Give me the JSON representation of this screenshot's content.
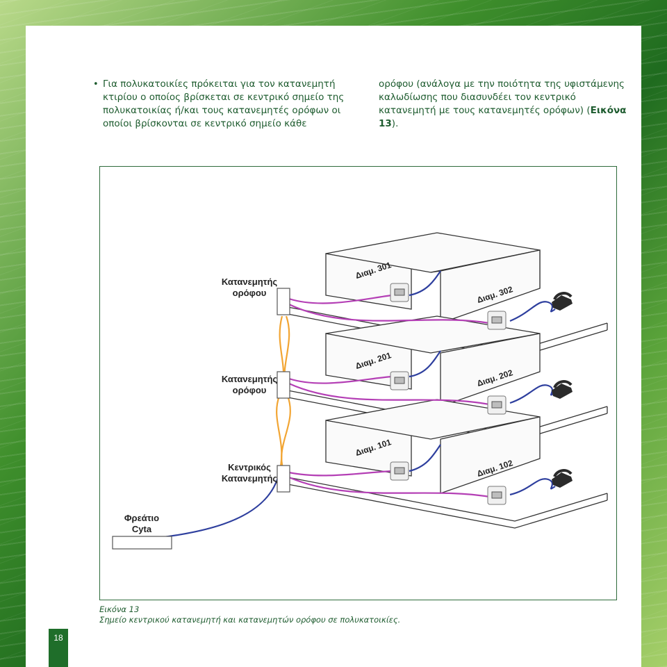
{
  "text": {
    "left_column": "Για πολυκατοικίες πρόκειται για τον κατανεμητή κτιρίου ο οποίος βρίσκεται σε κεντρικό σημείο της πολυκατοικίας ή/και τους κατανεμητές ορόφων οι οποίοι βρίσκονται σε κεντρικό σημείο κάθε",
    "right_column_main": "ορόφου (ανάλογα με την ποιότητα της υφιστάμενης καλωδίωσης που διασυνδέει τον κεντρικό κατανεμητή με τους κατανεμητές ορόφων)",
    "right_column_ref_open": "(",
    "right_column_ref": "Εικόνα 13",
    "right_column_ref_close": ")."
  },
  "diagram": {
    "floor_distributor_top": "Κατανεμητής ορόφου",
    "floor_distributor_mid": "Κατανεμητής ορόφου",
    "main_distributor": "Κεντρικός Κατανεμητής",
    "manhole": "Φρεάτιο Cyta",
    "apartments": {
      "a301": "Διαμ. 301",
      "a302": "Διαμ. 302",
      "a201": "Διαμ. 201",
      "a202": "Διαμ. 202",
      "a101": "Διαμ. 101",
      "a102": "Διαμ. 102"
    },
    "colors": {
      "riser_cable": "#f2a533",
      "internal_cable": "#b43fb5",
      "telephone_cable": "#2e3f9e",
      "wall": "#333333"
    }
  },
  "caption": {
    "title": "Εικόνα 13",
    "text": "Σημείο κεντρικού κατανεμητή και κατανεμητών ορόφου σε πολυκατοικίες."
  },
  "page_number": "18"
}
